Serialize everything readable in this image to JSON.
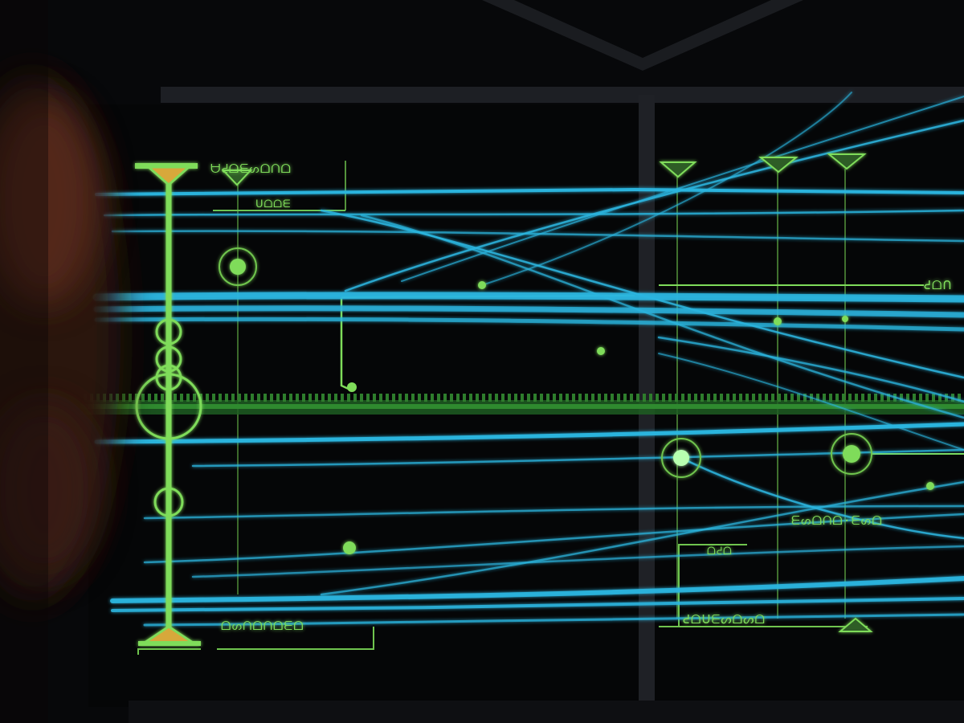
{
  "display": {
    "colors": {
      "background": "#08090b",
      "frame": "#1d1f24",
      "stream_cyan": "#2bb6e0",
      "stream_bright": "#52d2ff",
      "glyph_green": "#7fdc5a",
      "marker_amber": "#d7a83a"
    },
    "panels": [
      "left-panel",
      "right-panel"
    ],
    "icons": [
      "triangle-marker-icon",
      "ring-node-icon",
      "bright-node-icon"
    ],
    "glyph_labels": {
      "top_left": "ᗨᕍᗝᗴᔕᗝᑎᗝ",
      "top_left_sub": "ᑌᗝᗝᗴ",
      "right_mid": "ᕍᗝᑎ",
      "right_lower": "ᗴᔕᗝᑎᗝ·ᗴᔕᗝ",
      "right_lower_sub": "ᗝᕍᗝ",
      "bottom_left": "ᗝᔕᑎᗝᑎᗝᗴᗝ",
      "bottom_right": "ᕍᗝᑌᗴᔕᗝᔕᗝ"
    }
  }
}
